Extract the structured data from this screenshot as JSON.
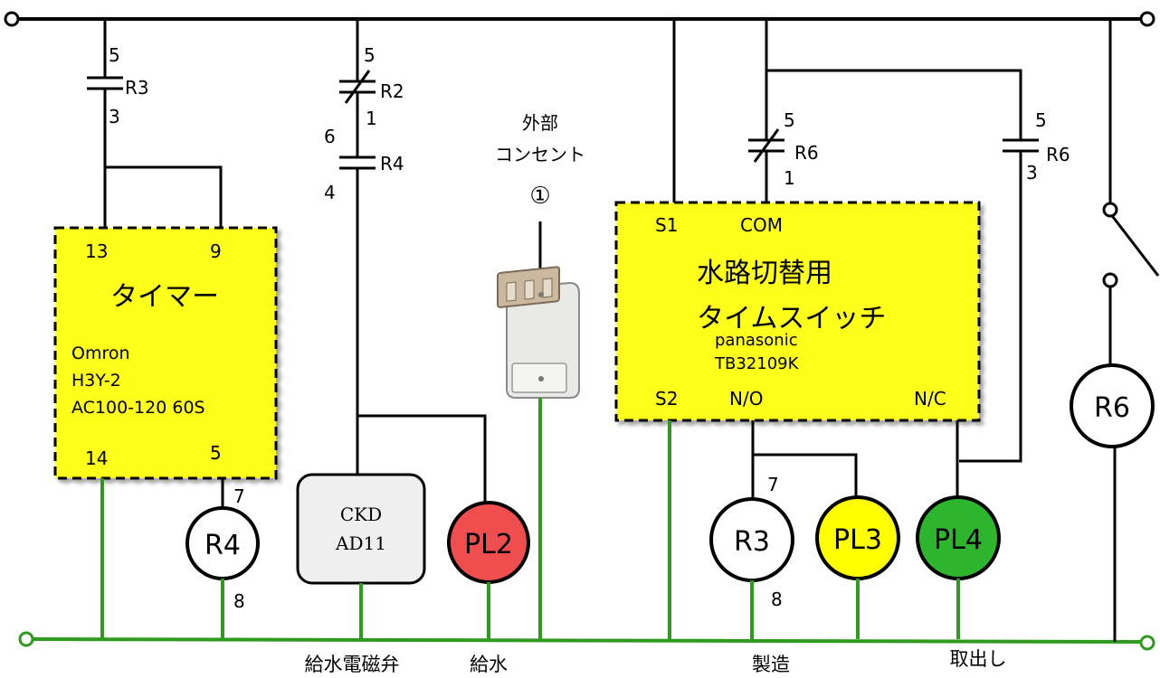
{
  "timer": {
    "title": "タイマー",
    "maker": "Omron",
    "model": "H3Y-2",
    "spec": "AC100-120 60S",
    "pin_13": "13",
    "pin_9": "9",
    "pin_14": "14",
    "pin_5": "5"
  },
  "relay_r3_contact": {
    "name": "R3",
    "pin_top": "5",
    "pin_bottom": "3"
  },
  "relay_r2_contact": {
    "name": "R2",
    "pin_top": "5",
    "pin_bottom": "1"
  },
  "relay_r4_contact": {
    "name": "R4",
    "pin_top": "6",
    "pin_bottom": "4"
  },
  "relay_r6_nc_contact": {
    "name": "R6",
    "pin_top": "5",
    "pin_bottom": "1"
  },
  "relay_r6_no_contact": {
    "name": "R6",
    "pin_top": "5",
    "pin_bottom": "3"
  },
  "outlet": {
    "label_line1": "外部",
    "label_line2": "コンセント",
    "number": "①"
  },
  "time_switch": {
    "title_line1": "水路切替用",
    "title_line2": "タイムスイッチ",
    "maker": "panasonic",
    "model": "TB32109K",
    "pin_s1": "S1",
    "pin_com": "COM",
    "pin_s2": "S2",
    "pin_no": "N/O",
    "pin_nc": "N/C"
  },
  "coil_r4": {
    "label": "R4",
    "pin_top": "7",
    "pin_bottom": "8"
  },
  "coil_r3": {
    "label": "R3",
    "pin_top": "7",
    "pin_bottom": "8"
  },
  "coil_r6": {
    "label": "R6"
  },
  "valve": {
    "maker": "CKD",
    "model": "AD11"
  },
  "lamp_pl2": {
    "label": "PL2",
    "color": "#f04e4e"
  },
  "lamp_pl3": {
    "label": "PL3",
    "color": "#ffff00"
  },
  "lamp_pl4": {
    "label": "PL4",
    "color": "#2db52d"
  },
  "bottom_labels": {
    "valve": "給水電磁弁",
    "pl2": "給水",
    "pl3": "製造",
    "pl4": "取出し"
  },
  "colors": {
    "top_bus": "#000000",
    "bottom_bus": "#2e9a1e",
    "component_box": "#ffff1a"
  }
}
